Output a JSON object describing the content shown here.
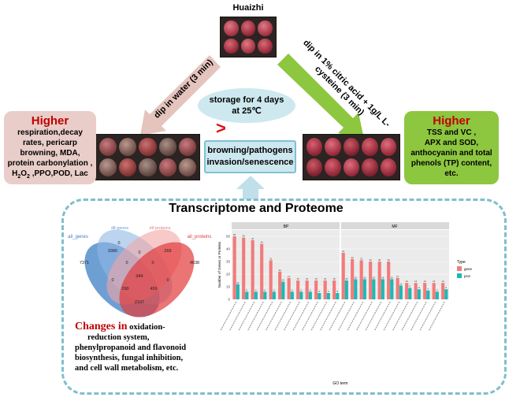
{
  "title": "Huaizhi",
  "arrows": {
    "left_label": "dip in water (3 min)",
    "right_label": "dip in 1% citric acid + 1g/L L-cysteine (3 min)",
    "left_color": "#e5c4bd",
    "right_color": "#8dc63f"
  },
  "storage": {
    "line1": "storage for 4 days",
    "line2": "at 25℃"
  },
  "greater_sign": ">",
  "outcome": {
    "line1": "browning/pathogens",
    "line2": "invasion/senescence"
  },
  "left_box": {
    "heading": "Higher",
    "lines": [
      "respiration,decay",
      "rates, pericarp",
      "browning, MDA,",
      "protein carbonylation ,"
    ],
    "last_prefix": "H",
    "last_sub1": "2",
    "last_mid": "O",
    "last_sub2": "2",
    "last_suffix": " ,PPO,POD, Lac"
  },
  "right_box": {
    "heading": "Higher",
    "lines": [
      "TSS and VC ,",
      "APX and SOD,",
      "anthocyanin and total",
      "phenols (TP) content,",
      "etc."
    ]
  },
  "omics_title": "Transcriptome and Proteome",
  "venn": {
    "labels": {
      "all_genes": "all_genes",
      "dif_genes": "dif genes",
      "dif_proteins": "dif proteins",
      "all_proteins": "all_proteins"
    },
    "counts": {
      "all_genes_only": "7371",
      "dif_genes_only": "2980",
      "dif_genes_dif_proteins": "0",
      "dif_proteins_only": "269",
      "all_proteins_only": "4638",
      "top_small": "0",
      "mid_left": "0",
      "mid_right": "0",
      "center": "344",
      "left_inner": "0",
      "right_inner": "0",
      "lower_left": "290",
      "lower_right": "459",
      "bottom": "2107"
    },
    "colors": {
      "all_genes": "#3d7fc4",
      "dif_genes": "#8fb8e6",
      "dif_proteins": "#f2a5a5",
      "all_proteins": "#e23b3b"
    }
  },
  "changes": {
    "lead": "Changes in",
    "text1": " oxidation-",
    "text2": "reduction system,",
    "text3": "phenylpropanoid and flavonoid",
    "text4": "biosynthesis, fungal inhibition,",
    "text5": "and cell wall metabolism, etc."
  },
  "chart_data": {
    "type": "bar",
    "facets": [
      "BP",
      "MF"
    ],
    "xlabel": "GO term",
    "ylabel": "Number of Genes or Proteins",
    "ylim": [
      0,
      55
    ],
    "yticks": [
      0,
      10,
      20,
      30,
      40,
      50
    ],
    "legend": {
      "title": "Type",
      "placement": "right",
      "entries": [
        "gene",
        "prot"
      ]
    },
    "series_colors": {
      "gene": "#f27b7b",
      "prot": "#1fb8b3"
    },
    "series": [
      {
        "name": "gene",
        "values": [
          50,
          49,
          47,
          44,
          31,
          22,
          17,
          15,
          15,
          15,
          15,
          15,
          37,
          32,
          31,
          30,
          30,
          30,
          17,
          13,
          13,
          13,
          13,
          13
        ]
      },
      {
        "name": "prot",
        "values": [
          12,
          6,
          6,
          6,
          6,
          14,
          6,
          6,
          6,
          5,
          5,
          5,
          15,
          16,
          16,
          16,
          16,
          16,
          11,
          9,
          8,
          7,
          6,
          8
        ]
      }
    ],
    "grid": true
  }
}
